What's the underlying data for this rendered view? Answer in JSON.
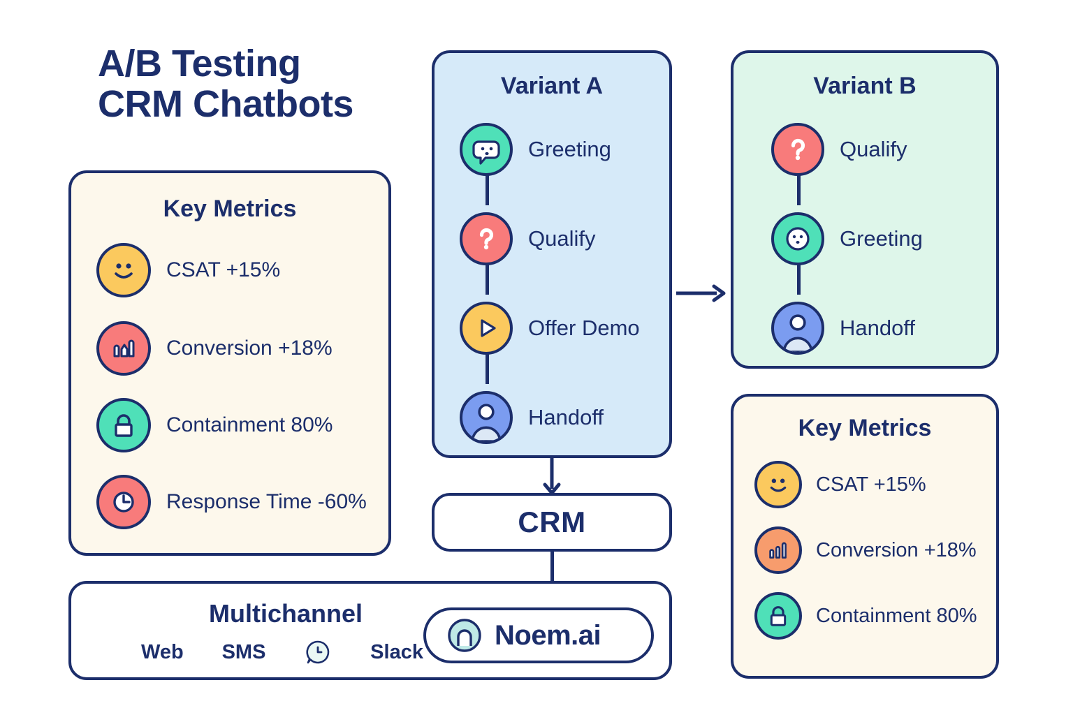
{
  "title": {
    "line1": "A/B Testing",
    "line2": "CRM Chatbots"
  },
  "colors": {
    "ink": "#1C2E6B",
    "cream": "#FDF8EC",
    "variant_a_bg": "#D6EAF9",
    "variant_b_bg": "#DEF6EA",
    "teal": "#4FE0B8",
    "coral": "#F87B7B",
    "amber": "#FBC95E",
    "blue": "#7B9CF0",
    "orange": "#F79C6D",
    "logo_fill": "#BFE9E6"
  },
  "left_metrics_panel": {
    "title": "Key Metrics",
    "items": [
      {
        "icon": "smiley-icon",
        "color": "#FBC95E",
        "label": "CSAT   +15%"
      },
      {
        "icon": "bar-chart-icon",
        "color": "#F87B7B",
        "label": "Conversion +18%"
      },
      {
        "icon": "lock-icon",
        "color": "#4FE0B8",
        "label": "Containment 80%"
      },
      {
        "icon": "clock-icon",
        "color": "#F87B7B",
        "label": "Response Time -60%"
      }
    ]
  },
  "variant_a": {
    "title": "Variant A",
    "steps": [
      {
        "icon": "chat-face-icon",
        "color": "#4FE0B8",
        "label": "Greeting"
      },
      {
        "icon": "question-mark-icon",
        "color": "#F87B7B",
        "label": "Qualify"
      },
      {
        "icon": "play-icon",
        "color": "#FBC95E",
        "label": "Offer Demo"
      },
      {
        "icon": "person-icon",
        "color": "#7B9CF0",
        "label": "Handoff"
      }
    ]
  },
  "variant_b": {
    "title": "Variant B",
    "steps": [
      {
        "icon": "question-mark-icon",
        "color": "#F87B7B",
        "label": "Qualify"
      },
      {
        "icon": "chat-face-icon",
        "color": "#4FE0B8",
        "label": "Greeting"
      },
      {
        "icon": "person-icon",
        "color": "#7B9CF0",
        "label": "Handoff"
      }
    ]
  },
  "right_metrics_panel": {
    "title": "Key Metrics",
    "items": [
      {
        "icon": "smiley-icon",
        "color": "#FBC95E",
        "label": "CSAT  +15%"
      },
      {
        "icon": "bar-chart-icon",
        "color": "#F79C6D",
        "label": "Conversion +18%"
      },
      {
        "icon": "lock-icon",
        "color": "#4FE0B8",
        "label": "Containment 80%"
      }
    ]
  },
  "crm": {
    "label": "CRM"
  },
  "multichannel": {
    "title": "Multichannel",
    "channels": [
      {
        "type": "text",
        "label": "Web"
      },
      {
        "type": "text",
        "label": "SMS"
      },
      {
        "type": "icon",
        "label": "whatsapp-icon"
      },
      {
        "type": "text",
        "label": "Slack"
      }
    ]
  },
  "brand": {
    "logo": "noem-logo-icon",
    "label": "Noem.ai"
  },
  "arrows": [
    {
      "name": "arrow-variant-a-to-variant-b",
      "direction": "right"
    },
    {
      "name": "arrow-variant-a-to-crm",
      "direction": "down"
    },
    {
      "name": "connector-crm-to-multichannel",
      "direction": "down"
    }
  ]
}
